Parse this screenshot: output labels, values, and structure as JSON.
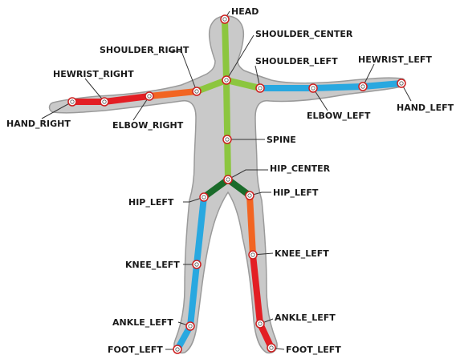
{
  "colors": {
    "body_fill": "#c9c9c9",
    "body_outline": "#9a9a9a",
    "green": "#8cc63f",
    "dark_green": "#1a6b2a",
    "red": "#e31e24",
    "orange": "#f26522",
    "blue": "#29a8e0",
    "joint_ring": "#cc1f1f"
  },
  "labels": {
    "head": "HEAD",
    "shoulder_center": "SHOULDER_CENTER",
    "shoulder_right": "SHOULDER_RIGHT",
    "shoulder_left": "SHOULDER_LEFT",
    "hewrist_right": "HEWRIST_RIGHT",
    "hewrist_left": "HEWRIST_LEFT",
    "hand_right": "HAND_RIGHT",
    "hand_left": "HAND_LEFT",
    "elbow_right": "ELBOW_RIGHT",
    "elbow_left": "ELBOW_LEFT",
    "spine": "SPINE",
    "hip_center": "HIP_CENTER",
    "hip_left_1": "HIP_LEFT",
    "hip_left_2": "HIP_LEFT",
    "knee_left_1": "KNEE_LEFT",
    "knee_left_2": "KNEE_LEFT",
    "ankle_left_1": "ANKLE_LEFT",
    "ankle_left_2": "ANKLE_LEFT",
    "foot_left_1": "FOOT_LEFT",
    "foot_left_2": "FOOT_LEFT"
  }
}
